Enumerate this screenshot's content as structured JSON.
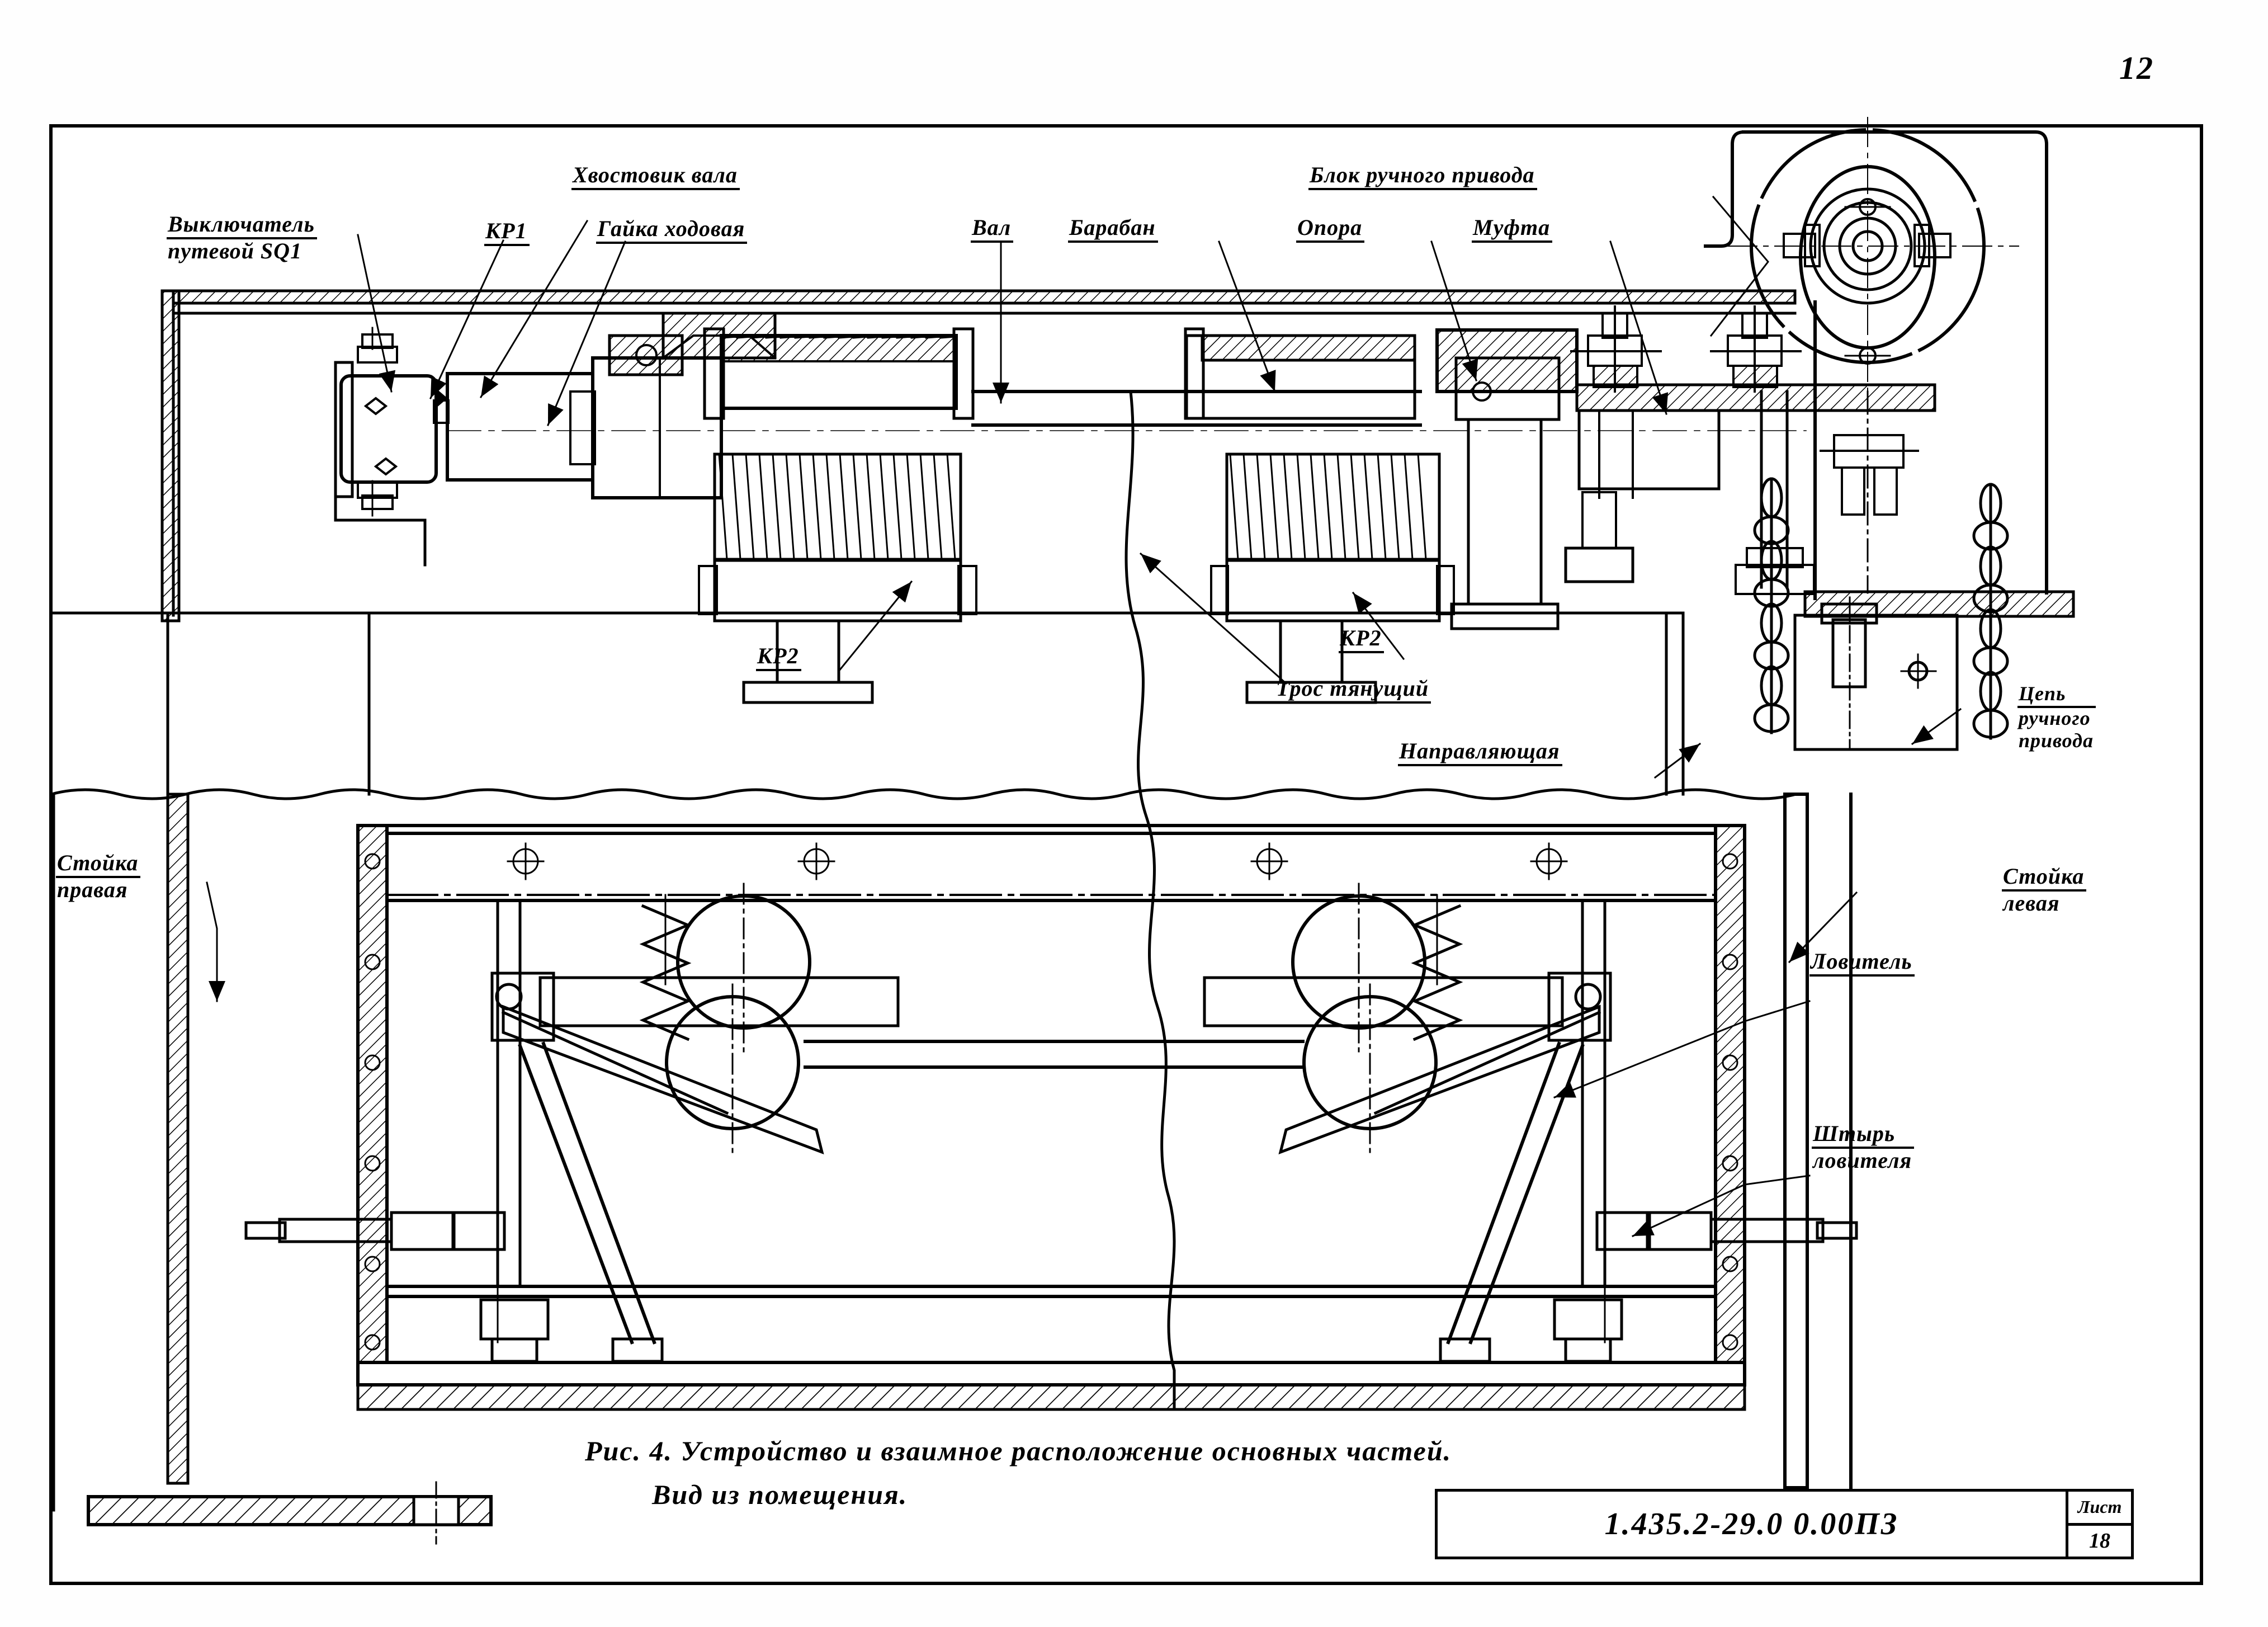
{
  "sheet": {
    "page_number": "12",
    "caption_line1": "Рис. 4.  Устройство  и  взаимное  расположение   основных  частей.",
    "caption_line2": "Вид  из  помещения."
  },
  "title_block": {
    "drawing_code": "1.435.2-29.0    0.00ПЗ",
    "sheet_word": "Лист",
    "sheet_number": "18"
  },
  "callouts": {
    "limit_switch": {
      "line1": "Выключатель",
      "line2": "путевой SQ1"
    },
    "kp1": {
      "line1": "КР1"
    },
    "shaft_tail": {
      "line1": "Хвостовик вала"
    },
    "travel_nut": {
      "line1": "Гайка ходовая"
    },
    "shaft": {
      "line1": "Вал"
    },
    "drum": {
      "line1": "Барабан"
    },
    "support": {
      "line1": "Опора"
    },
    "coupling": {
      "line1": "Муфта"
    },
    "manual_drive_block": {
      "line1": "Блок ручного привода"
    },
    "kp2_left": {
      "line1": "КР2"
    },
    "kp2_right": {
      "line1": "КР2"
    },
    "pulling_rope": {
      "line1": "Трос тянущий"
    },
    "guide": {
      "line1": "Направляющая"
    },
    "manual_drive_chain": {
      "line1": "Цепь",
      "line2": "ручного",
      "line3": "привода"
    },
    "right_post": {
      "line1": "Стойка",
      "line2": "правая"
    },
    "left_post": {
      "line1": "Стойка",
      "line2": "левая"
    },
    "catcher": {
      "line1": "Ловитель"
    },
    "catcher_pin": {
      "line1": "Штырь",
      "line2": "ловителя"
    }
  },
  "colors": {
    "ink": "#000000",
    "paper": "#ffffff"
  }
}
